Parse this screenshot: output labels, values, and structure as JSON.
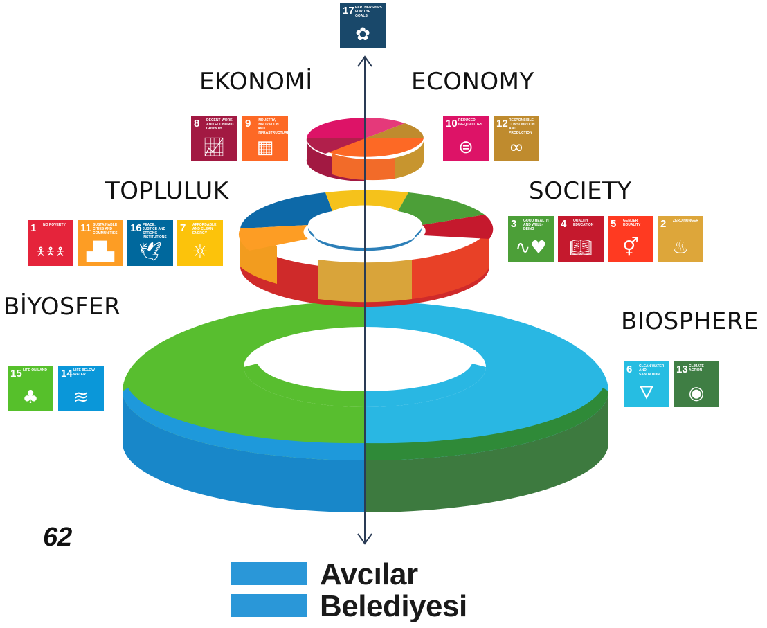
{
  "labels": {
    "ekonomi": "EKONOMİ",
    "economy": "ECONOMY",
    "topluluk": "TOPLULUK",
    "society": "SOCIETY",
    "biyosfer": "BİYOSFER",
    "biosphere": "BIOSPHERE"
  },
  "page_number": "62",
  "logo": {
    "line1": "Avcılar",
    "line2": "Belediyesi",
    "color": "#2a97d8"
  },
  "sdg_top": {
    "num": "17",
    "title": "Partnerships for the goals",
    "color": "#19486a",
    "icon": "flower-rings-icon"
  },
  "sdg_economy_left": [
    {
      "num": "8",
      "title": "Decent work and economic growth",
      "color": "#a21942",
      "icon": "growth-chart-icon"
    },
    {
      "num": "9",
      "title": "Industry, innovation and infrastructure",
      "color": "#fd6925",
      "icon": "cubes-icon"
    }
  ],
  "sdg_economy_right": [
    {
      "num": "10",
      "title": "Reduced inequalities",
      "color": "#dd1367",
      "icon": "equal-circle-icon"
    },
    {
      "num": "12",
      "title": "Responsible consumption and production",
      "color": "#bf8b2e",
      "icon": "infinity-icon"
    }
  ],
  "sdg_society_left": [
    {
      "num": "1",
      "title": "No poverty",
      "color": "#e5243b",
      "icon": "family-icon"
    },
    {
      "num": "11",
      "title": "Sustainable cities and communities",
      "color": "#fd9d24",
      "icon": "city-icon"
    },
    {
      "num": "16",
      "title": "Peace, justice and strong institutions",
      "color": "#00689d",
      "icon": "dove-icon"
    },
    {
      "num": "7",
      "title": "Affordable and clean energy",
      "color": "#fcc30b",
      "icon": "sun-icon"
    }
  ],
  "sdg_society_right": [
    {
      "num": "3",
      "title": "Good health and well-being",
      "color": "#4c9f38",
      "icon": "heartbeat-icon"
    },
    {
      "num": "4",
      "title": "Quality education",
      "color": "#c5192d",
      "icon": "book-icon"
    },
    {
      "num": "5",
      "title": "Gender equality",
      "color": "#ff3a21",
      "icon": "gender-icon"
    },
    {
      "num": "2",
      "title": "Zero hunger",
      "color": "#dda63a",
      "icon": "bowl-icon"
    }
  ],
  "sdg_biosphere_left": [
    {
      "num": "15",
      "title": "Life on land",
      "color": "#56c02b",
      "icon": "tree-icon"
    },
    {
      "num": "14",
      "title": "Life below water",
      "color": "#0a97d9",
      "icon": "fish-icon"
    }
  ],
  "sdg_biosphere_right": [
    {
      "num": "6",
      "title": "Clean water and sanitation",
      "color": "#26bde2",
      "icon": "water-drop-icon"
    },
    {
      "num": "13",
      "title": "Climate action",
      "color": "#3f7e44",
      "icon": "eye-globe-icon"
    }
  ]
}
